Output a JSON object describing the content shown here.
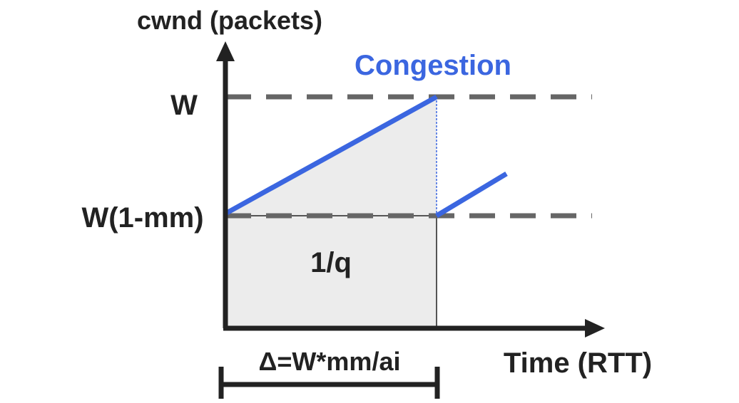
{
  "labels": {
    "y_axis": "cwnd (packets)",
    "x_axis": "Time (RTT)",
    "w_level": "W",
    "w_low_level": "W(1-mm)",
    "congestion": "Congestion",
    "area": "1/q",
    "delta": "Δ=W*mm/ai"
  },
  "colors": {
    "axis": "#222222",
    "dashed_guides": "#666666",
    "cwnd_line": "#3b66e0",
    "congestion_text": "#3b66e0",
    "area_fill": "#ececec",
    "area_border": "#555555",
    "text": "#222222"
  }
}
